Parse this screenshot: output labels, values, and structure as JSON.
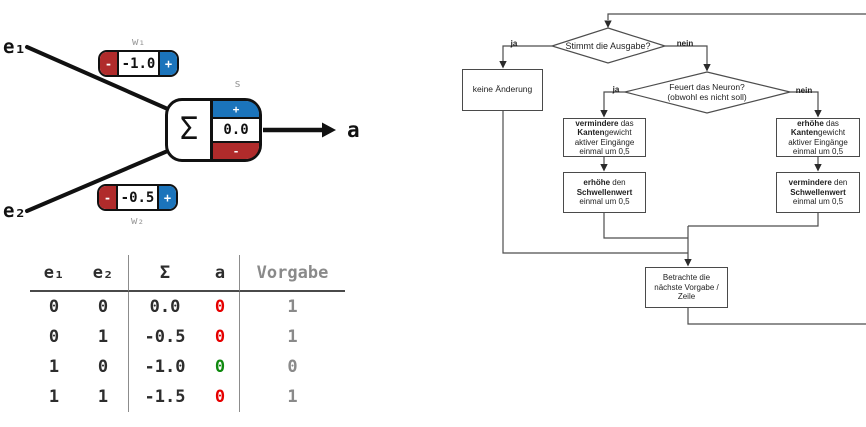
{
  "colors": {
    "red": "#b02b2b",
    "blue": "#1b74bb"
  },
  "neuron_panel": {
    "input1_label": "e₁",
    "input2_label": "e₂",
    "output_label": "a",
    "weight1": {
      "label": "w₁",
      "value": "-1.0",
      "minus": "-",
      "plus": "+"
    },
    "weight2": {
      "label": "w₂",
      "value": "-0.5",
      "minus": "-",
      "plus": "+"
    },
    "body": {
      "sum_symbol": "Σ",
      "threshold_label": "s",
      "threshold_value": "0.0",
      "plus": "+",
      "minus": "-"
    }
  },
  "table": {
    "headers": {
      "e1": "e₁",
      "e2": "e₂",
      "sum": "Σ",
      "a": "a",
      "vorgabe": "Vorgabe"
    },
    "rows": [
      {
        "e1": "0",
        "e2": "0",
        "sum": "0.0",
        "a": "0",
        "a_color": "red",
        "vorgabe": "1"
      },
      {
        "e1": "0",
        "e2": "1",
        "sum": "-0.5",
        "a": "0",
        "a_color": "red",
        "vorgabe": "1"
      },
      {
        "e1": "1",
        "e2": "0",
        "sum": "-1.0",
        "a": "0",
        "a_color": "green",
        "vorgabe": "0"
      },
      {
        "e1": "1",
        "e2": "1",
        "sum": "-1.5",
        "a": "0",
        "a_color": "red",
        "vorgabe": "1"
      }
    ]
  },
  "flowchart": {
    "decision1": {
      "line1": "Stimmt die Ausgabe?"
    },
    "decision2": {
      "line1": "Feuert das Neuron?",
      "line2": "(obwohl es nicht soll)"
    },
    "labels": {
      "ja1": "ja",
      "nein1": "nein",
      "ja2": "ja",
      "nein2": "nein"
    },
    "no_change_box": {
      "line1": "keine Änderung"
    },
    "left_box1": {
      "l1_bold": "vermindere",
      "l1_rest": " das",
      "l2_bold": "Kanten",
      "l2_rest": "gewicht",
      "l3": "aktiver Eingänge",
      "l4": "einmal um 0,5"
    },
    "left_box2": {
      "l1_bold": "erhöhe",
      "l1_rest": " den",
      "l2_bold": "Schwellenwert",
      "l2_rest": "",
      "l3": "einmal um 0,5"
    },
    "right_box1": {
      "l1_bold": "erhöhe",
      "l1_rest": " das",
      "l2_bold": "Kanten",
      "l2_rest": "gewicht",
      "l3": "aktiver Eingänge",
      "l4": "einmal um 0,5"
    },
    "right_box2": {
      "l1_bold": "vermindere",
      "l1_rest": " den",
      "l2_bold": "Schwellenwert",
      "l2_rest": "",
      "l3": "einmal um 0,5"
    },
    "next_box": {
      "line1": "Betrachte die",
      "line2": "nächste Vorgabe /",
      "line3": "Zeile"
    }
  }
}
